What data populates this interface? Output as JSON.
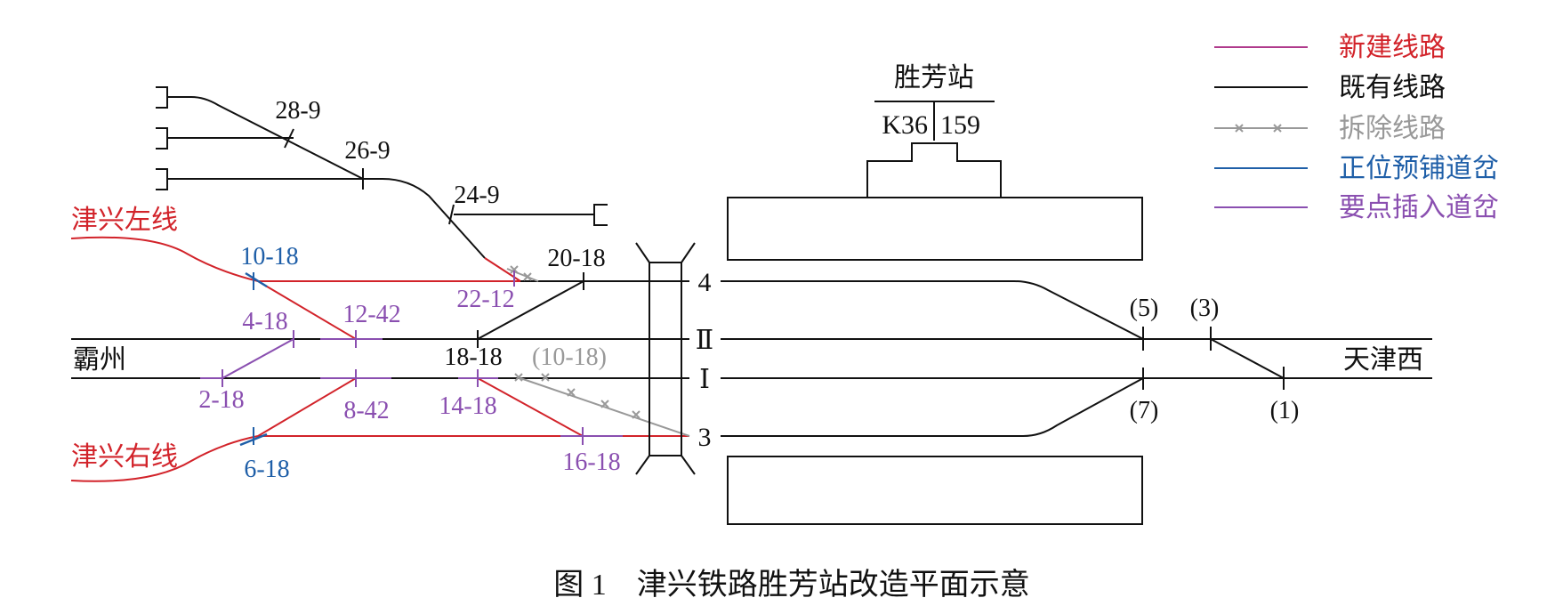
{
  "caption": "图 1    津兴铁路胜芳站改造平面示意",
  "station": {
    "name": "胜芳站",
    "km": "K36",
    "m": "159"
  },
  "directions": {
    "west": "霸州",
    "east": "天津西"
  },
  "lines": {
    "left": "津兴左线",
    "right": "津兴右线"
  },
  "tracks": {
    "t4": "4",
    "tII": "Ⅱ",
    "tI": "Ⅰ",
    "t3": "3"
  },
  "switches": {
    "s28_9": "28-9",
    "s26_9": "26-9",
    "s24_9": "24-9",
    "s10_18": "10-18",
    "s20_18": "20-18",
    "s22_12": "22-12",
    "s4_18": "4-18",
    "s12_42": "12-42",
    "s18_18": "18-18",
    "s10_18r": "(10-18)",
    "s2_18": "2-18",
    "s8_42": "8-42",
    "s14_18": "14-18",
    "s6_18": "6-18",
    "s16_18": "16-18",
    "s5": "(5)",
    "s3": "(3)",
    "s7": "(7)",
    "s1": "(1)"
  },
  "legend": [
    {
      "label": "新建线路",
      "color": "#d2232a",
      "line": "#b03a8c",
      "style": "solid"
    },
    {
      "label": "既有线路",
      "color": "#111111",
      "line": "#111111",
      "style": "solid"
    },
    {
      "label": "拆除线路",
      "color": "#999999",
      "line": "#999999",
      "style": "crossed"
    },
    {
      "label": "正位预铺道岔",
      "color": "#1f5fa8",
      "line": "#1f5fa8",
      "style": "solid"
    },
    {
      "label": "要点插入道岔",
      "color": "#8a4fb0",
      "line": "#8a4fb0",
      "style": "solid"
    }
  ],
  "colors": {
    "new": "#d2232a",
    "existing": "#111111",
    "removed": "#999999",
    "blue": "#1f5fa8",
    "purple": "#8a4fb0"
  }
}
